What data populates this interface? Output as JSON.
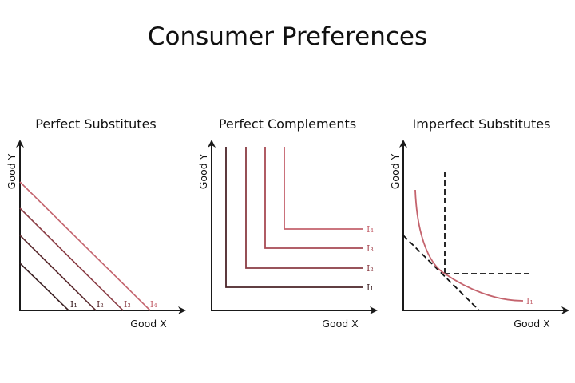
{
  "title": "Consumer Preferences",
  "panels": [
    {
      "title": "Perfect Substitutes",
      "xlabel": "Good X",
      "ylabel": "Good Y",
      "curves": [
        "I₁",
        "I₂",
        "I₃",
        "I₄"
      ]
    },
    {
      "title": "Perfect Complements",
      "xlabel": "Good X",
      "ylabel": "Good Y",
      "curves": [
        "I₁",
        "I₂",
        "I₃",
        "I₄"
      ]
    },
    {
      "title": "Imperfect Substitutes",
      "xlabel": "Good X",
      "ylabel": "Good Y",
      "curves": [
        "I₁"
      ]
    }
  ],
  "colors": {
    "axis": "#1a1a1a",
    "curve_light": "#c4636d",
    "curve_dark": "#3a1f22",
    "dashed": "#111111"
  }
}
